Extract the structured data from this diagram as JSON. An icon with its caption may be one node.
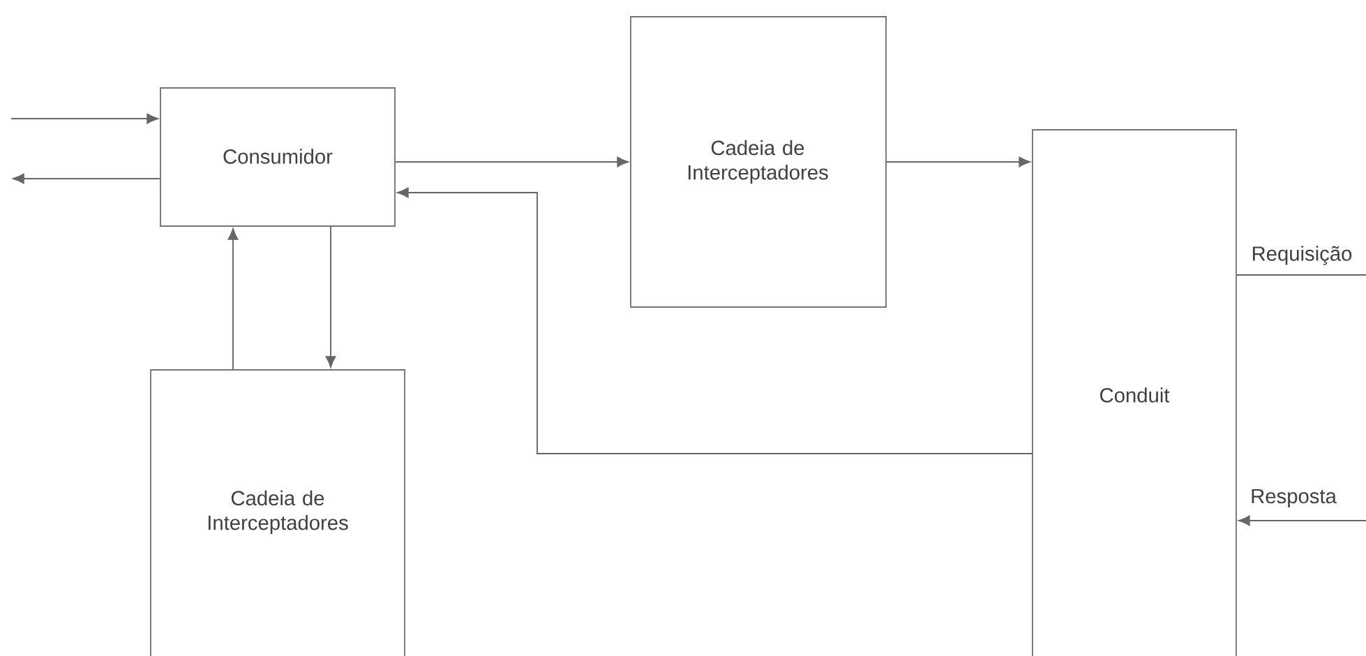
{
  "diagram": {
    "nodes": [
      {
        "text": [
          "Consumidor"
        ]
      },
      {
        "text": [
          "Cadeia de Interceptadores"
        ]
      },
      {
        "text": [
          "Conduit"
        ]
      },
      {
        "text": [
          "Cadeia de Interceptadores"
        ]
      }
    ],
    "edges": [
      {
        "from": null,
        "to": 0,
        "arrow": "to"
      },
      {
        "from": 0,
        "to": null,
        "arrow": "to"
      },
      {
        "from": 0,
        "to": 1,
        "arrow": "to"
      },
      {
        "from": 1,
        "to": 2,
        "arrow": "to"
      },
      {
        "from": 2,
        "to": 0,
        "arrow": "to"
      },
      {
        "from": 3,
        "to": 0,
        "arrow": "to"
      },
      {
        "from": 0,
        "to": 3,
        "arrow": "to"
      },
      {
        "from": 2,
        "to": null,
        "arrow": "none",
        "label": "Requisição"
      },
      {
        "from": null,
        "to": 2,
        "arrow": "to",
        "label": "Resposta"
      }
    ]
  }
}
